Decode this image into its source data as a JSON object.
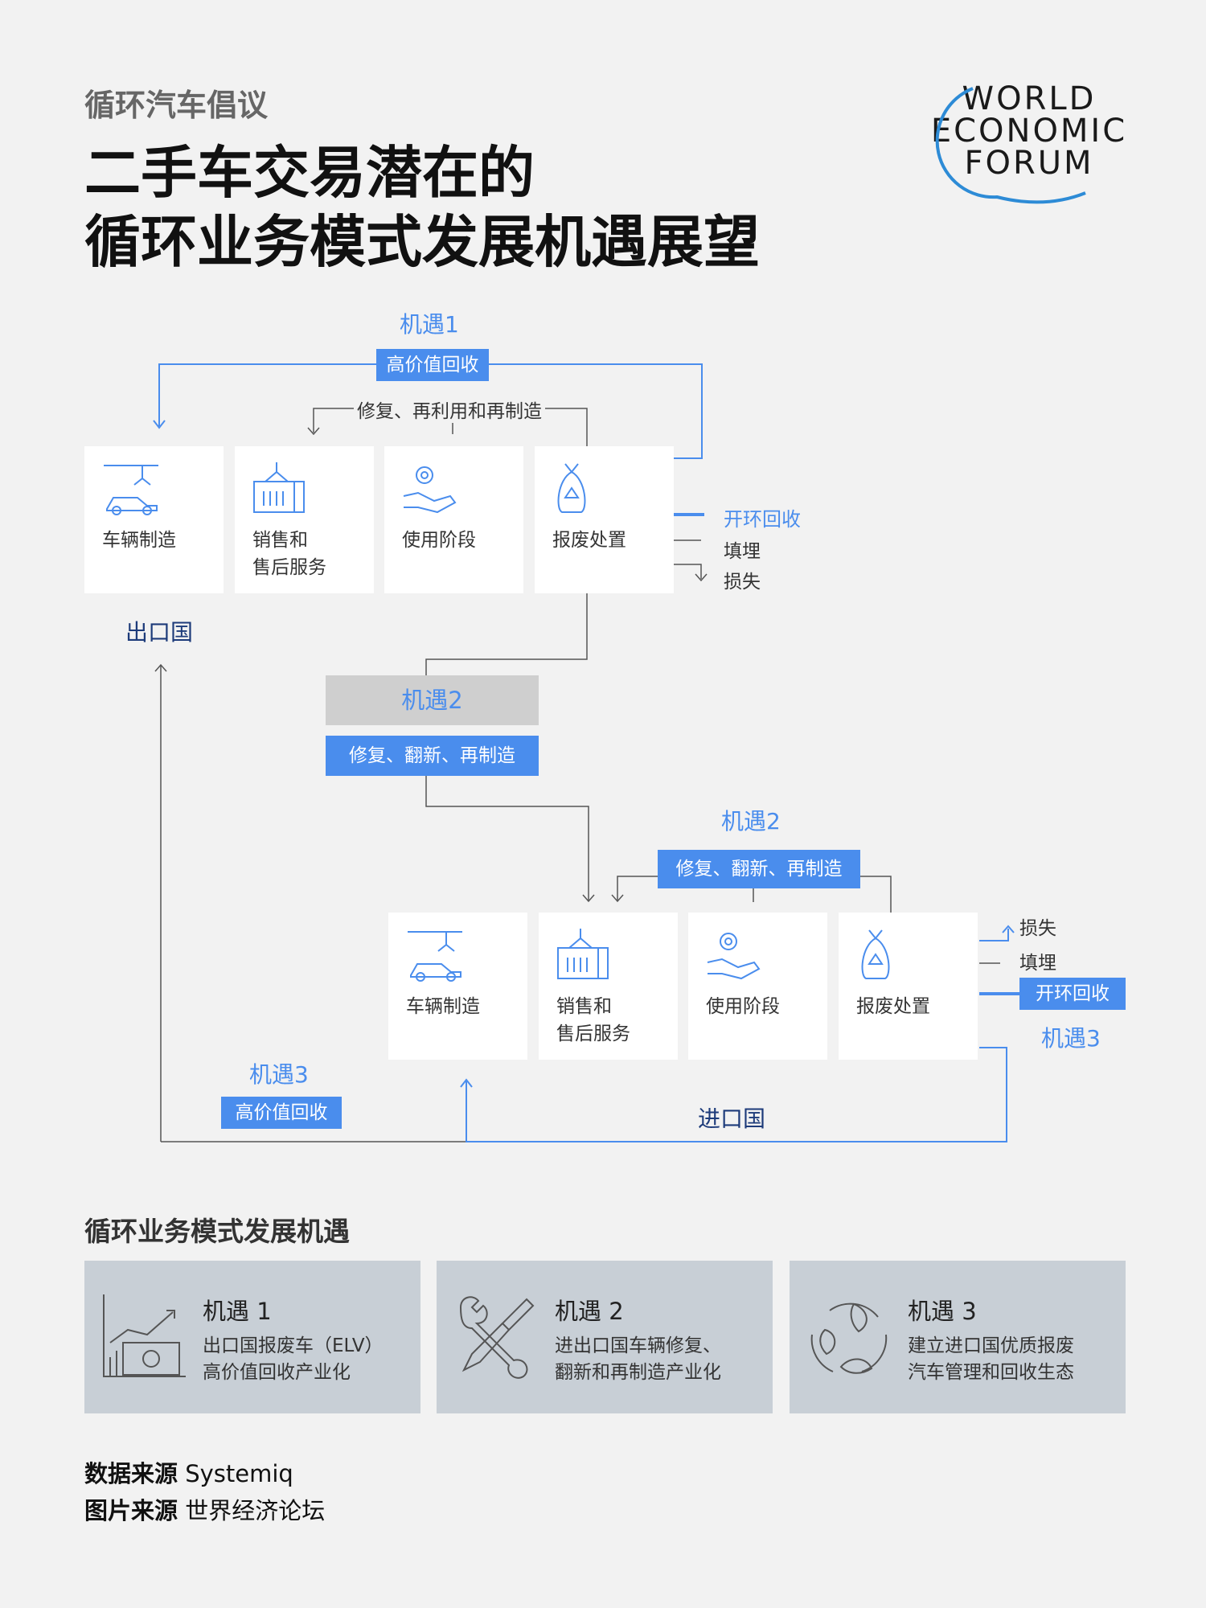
{
  "header": {
    "kicker": "循环汽车倡议",
    "title_line1": "二手车交易潜在的",
    "title_line2": "循环业务模式发展机遇展望",
    "logo": [
      "WORLD",
      "ECONOMIC",
      "FORUM"
    ]
  },
  "diagram": {
    "top_row": {
      "opportunity_label": "机遇1",
      "tag": "高价值回收",
      "inner_label": "修复、再利用和再制造",
      "boxes": [
        "车辆制造",
        "销售和\n售后服务",
        "使用阶段",
        "报废处置"
      ],
      "outputs": [
        "开环回收",
        "填埋",
        "损失"
      ],
      "country": "出口国"
    },
    "middle": {
      "opportunity_label": "机遇2",
      "tag": "修复、翻新、再制造"
    },
    "bottom_row": {
      "opportunity_label": "机遇2",
      "tag": "修复、翻新、再制造",
      "boxes": [
        "车辆制造",
        "销售和\n售后服务",
        "使用阶段",
        "报废处置"
      ],
      "outputs": [
        "损失",
        "填埋",
        "开环回收"
      ],
      "right_opportunity": "机遇3",
      "left_opportunity": "机遇3",
      "left_tag": "高价值回收",
      "country": "进口国"
    },
    "colors": {
      "accent": "#4a8ded",
      "dark_blue": "#1d3b7a",
      "line_gray": "#555555"
    }
  },
  "section": {
    "title": "循环业务模式发展机遇",
    "cards": [
      {
        "title": "机遇 1",
        "desc": "出口国报废车（ELV）\n高价值回收产业化",
        "icon": "growth-chart-money-icon"
      },
      {
        "title": "机遇 2",
        "desc": "进出口国车辆修复、\n翻新和再制造产业化",
        "icon": "wrench-screwdriver-icon"
      },
      {
        "title": "机遇 3",
        "desc": "建立进口国优质报废\n汽车管理和回收生态",
        "icon": "leaf-cycle-icon"
      }
    ]
  },
  "sources": {
    "data_label": "数据来源",
    "data_value": "Systemiq",
    "image_label": "图片来源",
    "image_value": "世界经济论坛"
  }
}
